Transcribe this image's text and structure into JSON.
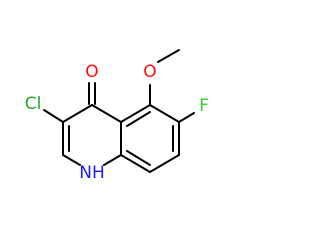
{
  "molecule": {
    "atoms": {
      "cl": {
        "label": "Cl",
        "color": "#1faa1f"
      },
      "o_carbonyl": {
        "label": "O",
        "color": "#ff0d0d"
      },
      "o_methoxy": {
        "label": "O",
        "color": "#ff0d0d"
      },
      "f": {
        "label": "F",
        "color": "#33cc33"
      },
      "nh": {
        "label": "NH",
        "color": "#1a1aff"
      }
    },
    "bond_color": "#000000"
  }
}
